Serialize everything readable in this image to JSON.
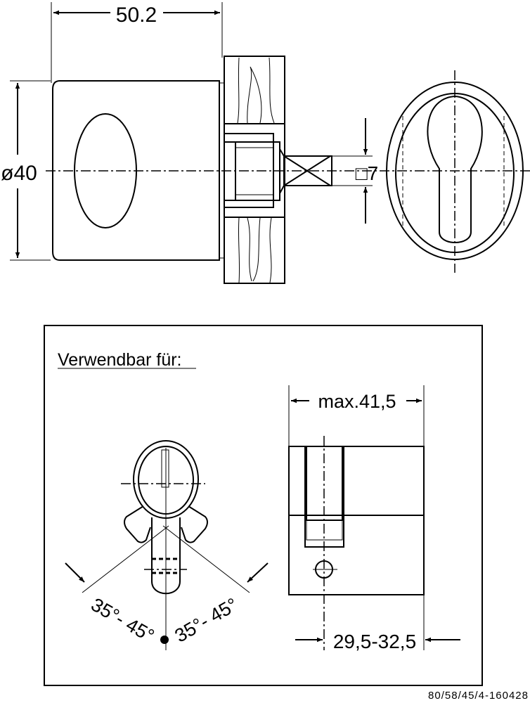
{
  "top_view": {
    "dim_length": "50.2",
    "dim_diameter": "ø40",
    "dim_square": "□7"
  },
  "usage_box": {
    "title": "Verwendbar für:",
    "dim_max_length": "max.41,5",
    "dim_range": "29,5-32,5",
    "angle_left": "35°- 45°",
    "angle_right": "35°- 45°"
  },
  "drawing_number": "80/58/45/4-160428"
}
